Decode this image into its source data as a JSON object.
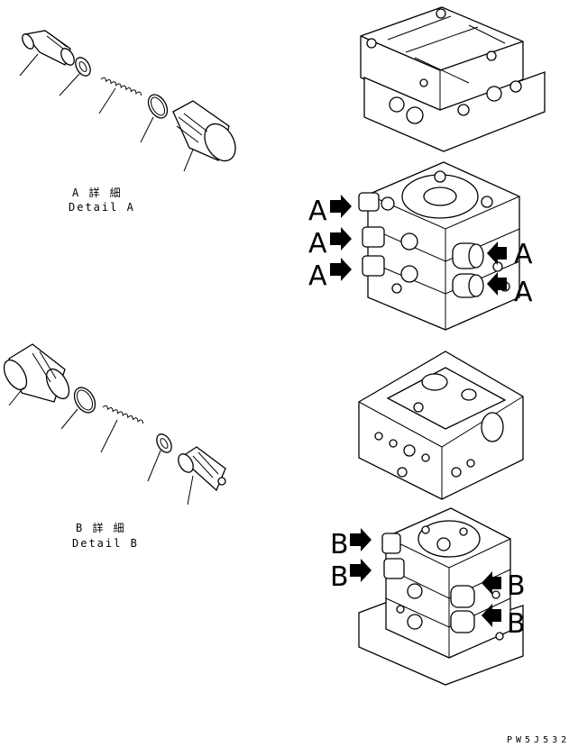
{
  "detail_a": {
    "title_jp": "A 詳 細",
    "title_en": "Detail A"
  },
  "detail_b": {
    "title_jp": "B 詳 細",
    "title_en": "Detail B"
  },
  "callouts_a": [
    "A",
    "A",
    "A",
    "A",
    "A"
  ],
  "callouts_b": [
    "B",
    "B",
    "B",
    "B"
  ],
  "drawing_code": "PW5J532"
}
